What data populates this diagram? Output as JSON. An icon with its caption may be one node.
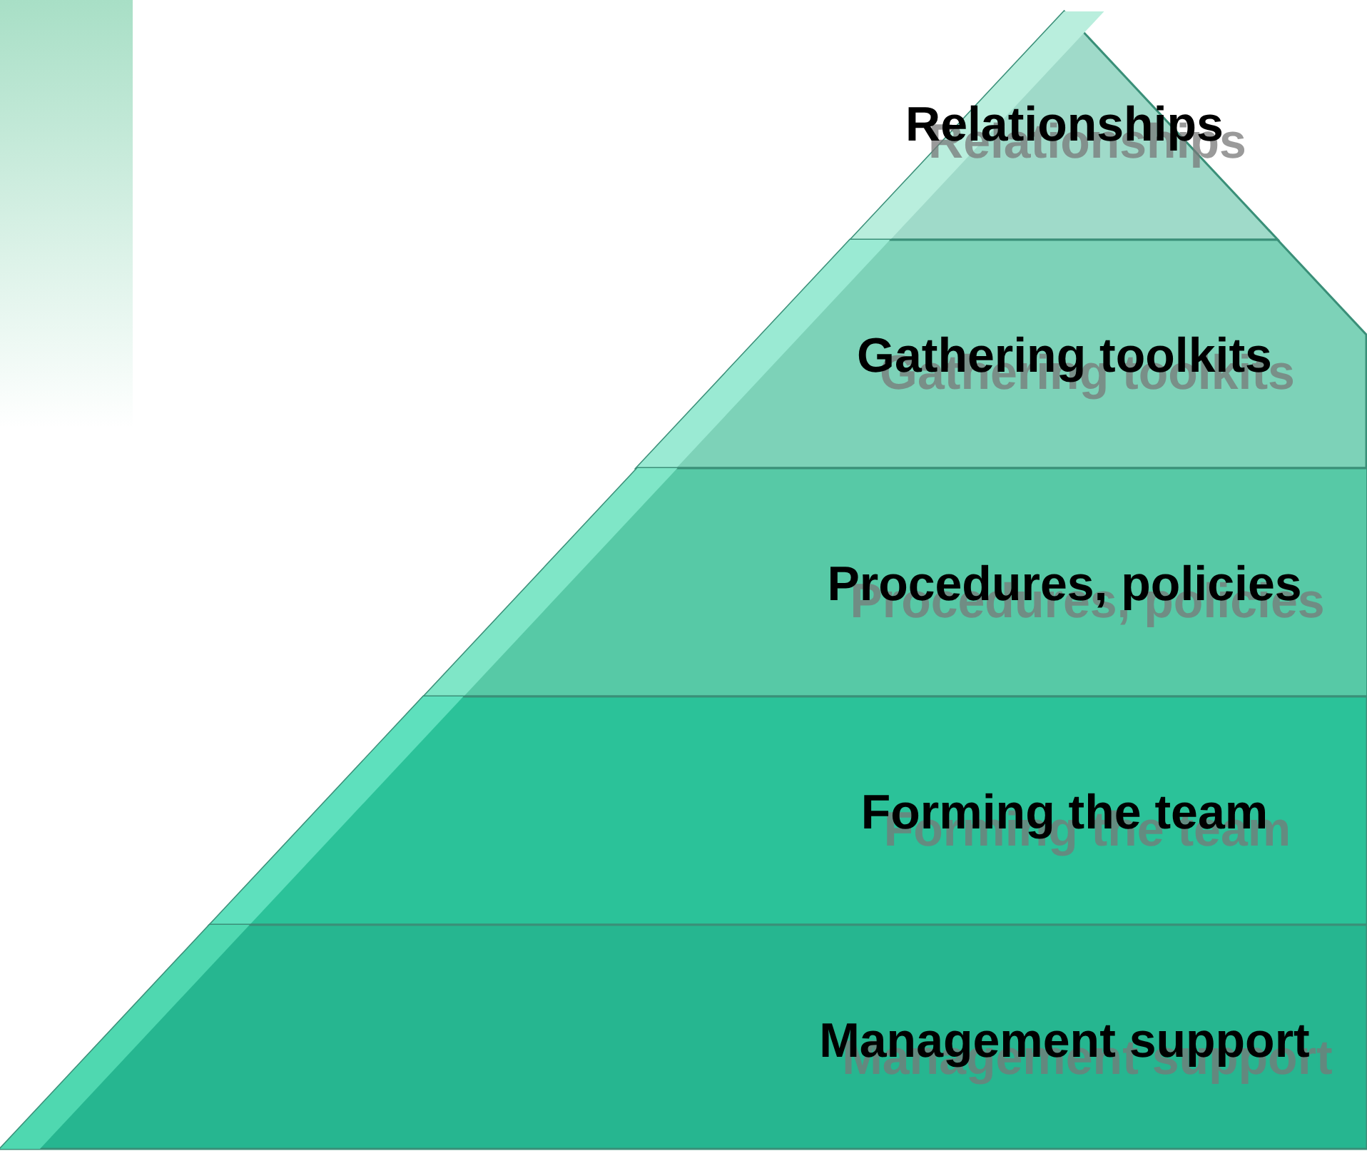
{
  "diagram": {
    "nodes": [
      {
        "text": [
          "Relationships"
        ]
      },
      {
        "text": [
          "Gathering toolkits"
        ]
      },
      {
        "text": [
          "Procedures, policies"
        ]
      },
      {
        "text": [
          "Forming the team"
        ]
      },
      {
        "text": [
          "Management support"
        ]
      }
    ]
  }
}
